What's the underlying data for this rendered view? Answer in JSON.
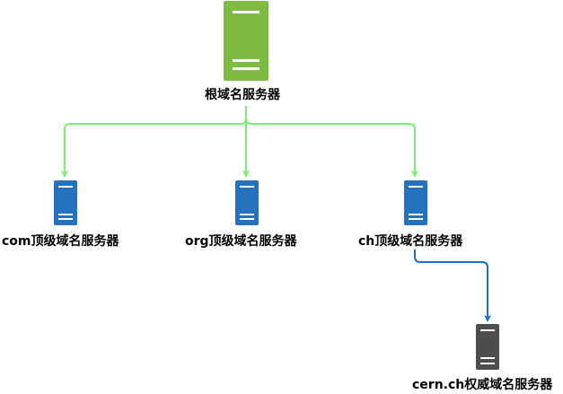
{
  "nodes": {
    "root": {
      "label": "根域名服务器",
      "color": "#7dbb42",
      "stripe": "#ffffff"
    },
    "com": {
      "label": "com顶级域名服务器",
      "color": "#2471bd",
      "stripe": "#ffffff"
    },
    "org": {
      "label": "org顶级域名服务器",
      "color": "#2471bd",
      "stripe": "#ffffff"
    },
    "ch": {
      "label": "ch顶级域名服务器",
      "color": "#2471bd",
      "stripe": "#ffffff"
    },
    "cern": {
      "label": "cern.ch权威域名服务器",
      "color": "#4d4d4d",
      "stripe": "#ffffff"
    }
  },
  "edges": [
    {
      "from": "root",
      "to": "com",
      "color": "#77f26e"
    },
    {
      "from": "root",
      "to": "org",
      "color": "#77f26e"
    },
    {
      "from": "root",
      "to": "ch",
      "color": "#77f26e"
    },
    {
      "from": "ch",
      "to": "cern",
      "color": "#1a6fc9"
    }
  ]
}
